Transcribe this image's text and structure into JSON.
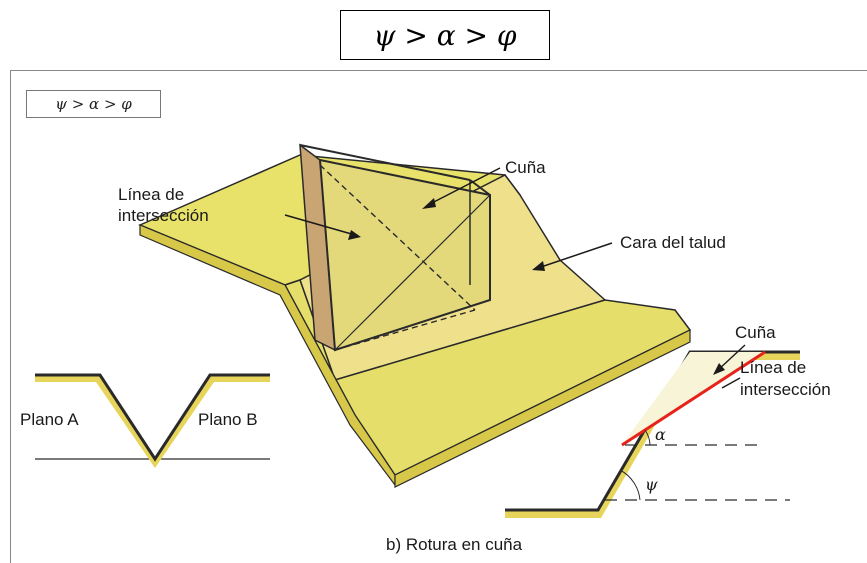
{
  "header": {
    "formula": "ψ > α > φ"
  },
  "panel": {
    "formula": "ψ > α > φ"
  },
  "labels": {
    "wedge": "Cuña",
    "intersection_line_1": "Línea de",
    "intersection_line_2": "intersección",
    "slope_face": "Cara del talud",
    "plane_a": "Plano A",
    "plane_b": "Plano B",
    "section_wedge": "Cuña",
    "section_line_1": "Línea de",
    "section_line_2": "intersección",
    "alpha": "α",
    "psi": "ψ",
    "caption": "b) Rotura en cuña"
  },
  "colors": {
    "ground": "#e8e26a",
    "ground_side": "#d8c84a",
    "slope_face": "#efe08c",
    "wedge_side": "#c9a574",
    "intersection": "#e8221b",
    "outline": "#2a2a2a"
  }
}
